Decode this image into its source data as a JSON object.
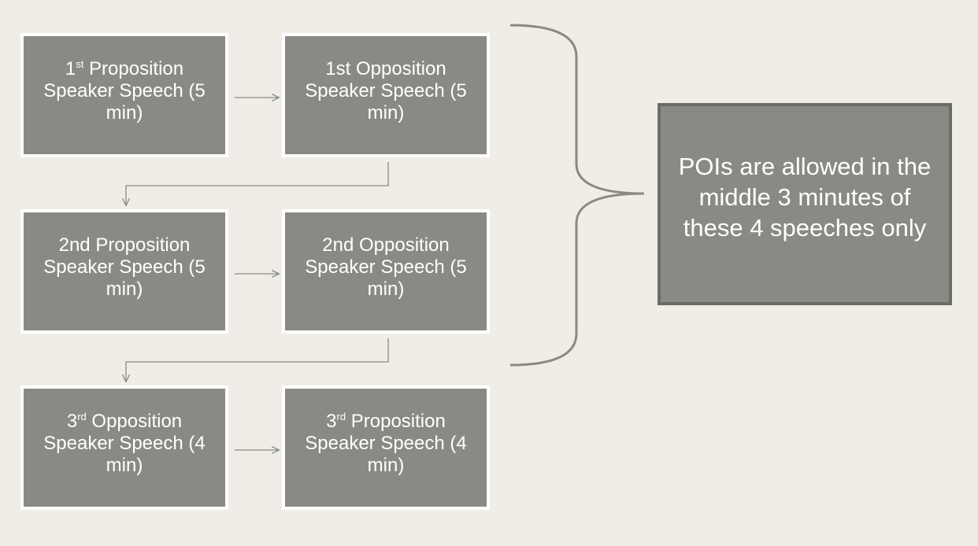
{
  "diagram": {
    "boxes": [
      {
        "pre": "1",
        "sup": "st",
        "line1": " Proposition",
        "rest": "Speaker Speech (5 min)"
      },
      {
        "pre": "1st Opposition",
        "sup": "",
        "line1": "",
        "rest": "Speaker Speech (5 min)"
      },
      {
        "pre": "2nd Proposition",
        "sup": "",
        "line1": "",
        "rest": "Speaker Speech (5 min)"
      },
      {
        "pre": "2nd Opposition",
        "sup": "",
        "line1": "",
        "rest": "Speaker Speech (5 min)"
      },
      {
        "pre": "3",
        "sup": "rd",
        "line1": " Opposition",
        "rest": "Speaker Speech (4 min)"
      },
      {
        "pre": "3",
        "sup": "rd",
        "line1": " Proposition",
        "rest": "Speaker Speech (4 min)"
      }
    ],
    "note": "POIs are allowed in the middle 3 minutes of these 4 speeches only",
    "colors": {
      "background": "#efede6",
      "box_fill": "#8a8a84",
      "box_border": "#ffffff",
      "note_border": "#6c6c66",
      "connector": "#8a8a84"
    }
  }
}
